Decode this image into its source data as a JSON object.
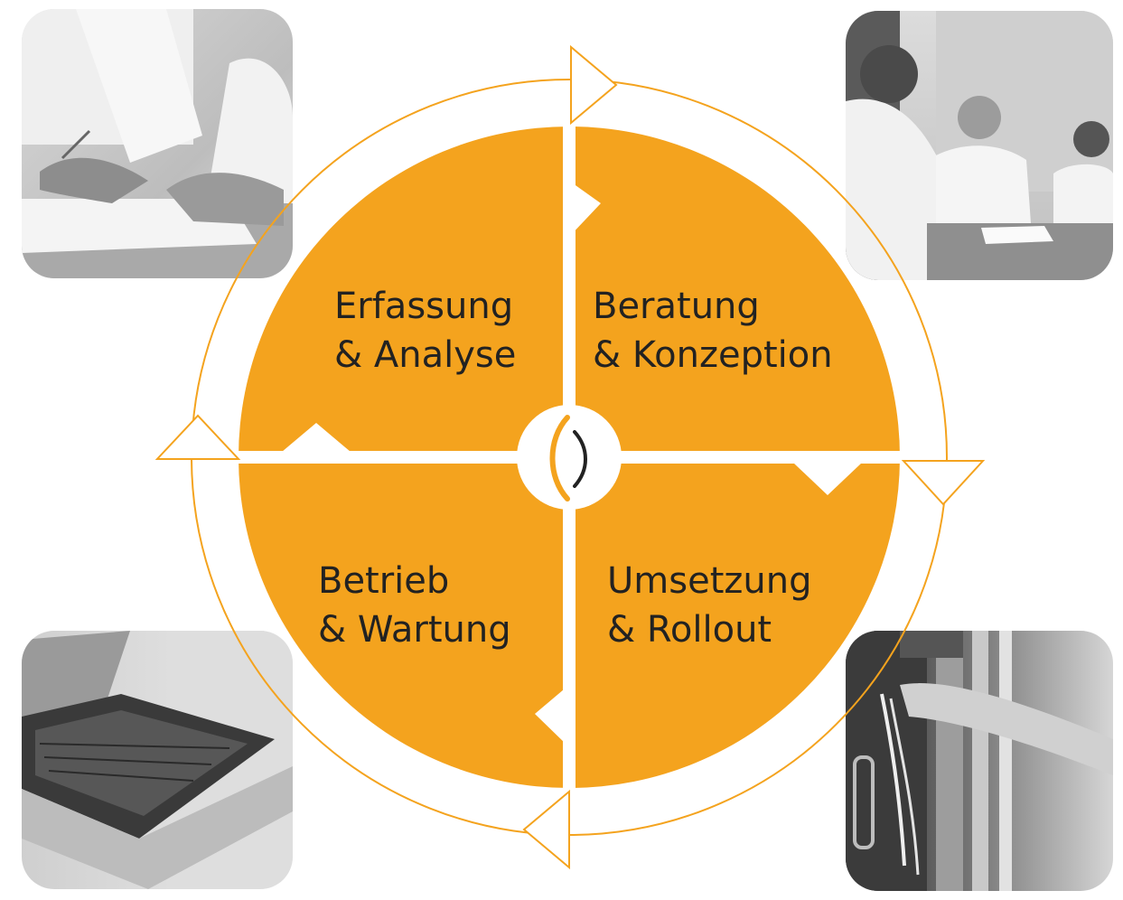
{
  "colors": {
    "accent": "#F4A31E",
    "ring": "#F4A31E",
    "text": "#222222",
    "background": "#FFFFFF"
  },
  "quadrants": [
    {
      "id": "erfassung",
      "line1": "Erfassung",
      "line2": "& Analyse"
    },
    {
      "id": "beratung",
      "line1": "Beratung",
      "line2": "& Konzeption"
    },
    {
      "id": "betrieb",
      "line1": "Betrieb",
      "line2": "& Wartung"
    },
    {
      "id": "umsetzung",
      "line1": "Umsetzung",
      "line2": "& Rollout"
    }
  ],
  "center_logo": {
    "glyph": "()"
  },
  "photos": [
    {
      "id": "tl",
      "subject": "hands-writing-photo"
    },
    {
      "id": "tr",
      "subject": "meeting-photo"
    },
    {
      "id": "bl",
      "subject": "laptop-photo"
    },
    {
      "id": "br",
      "subject": "server-rack-photo"
    }
  ]
}
